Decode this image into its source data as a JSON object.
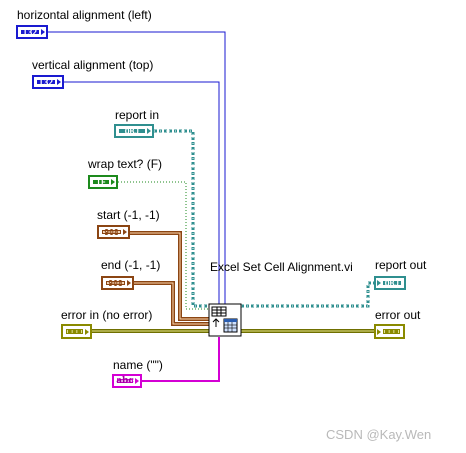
{
  "vi_name": "Excel Set Cell Alignment.vi",
  "watermark": "CSDN @Kay.Wen",
  "controls": {
    "horizontal_alignment": {
      "label": "horizontal alignment (left)",
      "type": "I32"
    },
    "vertical_alignment": {
      "label": "vertical alignment (top)",
      "type": "I32"
    },
    "report_in": {
      "label": "report in",
      "type": "OBJ"
    },
    "wrap_text": {
      "label": "wrap text? (F)",
      "type": "TF"
    },
    "start": {
      "label": "start (-1, -1)",
      "type": "908"
    },
    "end": {
      "label": "end (-1, -1)",
      "type": "908"
    },
    "error_in": {
      "label": "error in (no error)",
      "type": "cluster"
    },
    "name": {
      "label": "name (\"\")",
      "type": "abc"
    }
  },
  "indicators": {
    "report_out": {
      "label": "report out",
      "type": "OBJ"
    },
    "error_out": {
      "label": "error out",
      "type": "cluster"
    }
  },
  "colors": {
    "int_blue": "#1a1ad0",
    "refnum_teal": "#2f8f8f",
    "bool_green": "#1d8a1d",
    "cluster_brown": "#8b4513",
    "error_olive": "#8a8a00",
    "string_pink": "#d400d4"
  }
}
